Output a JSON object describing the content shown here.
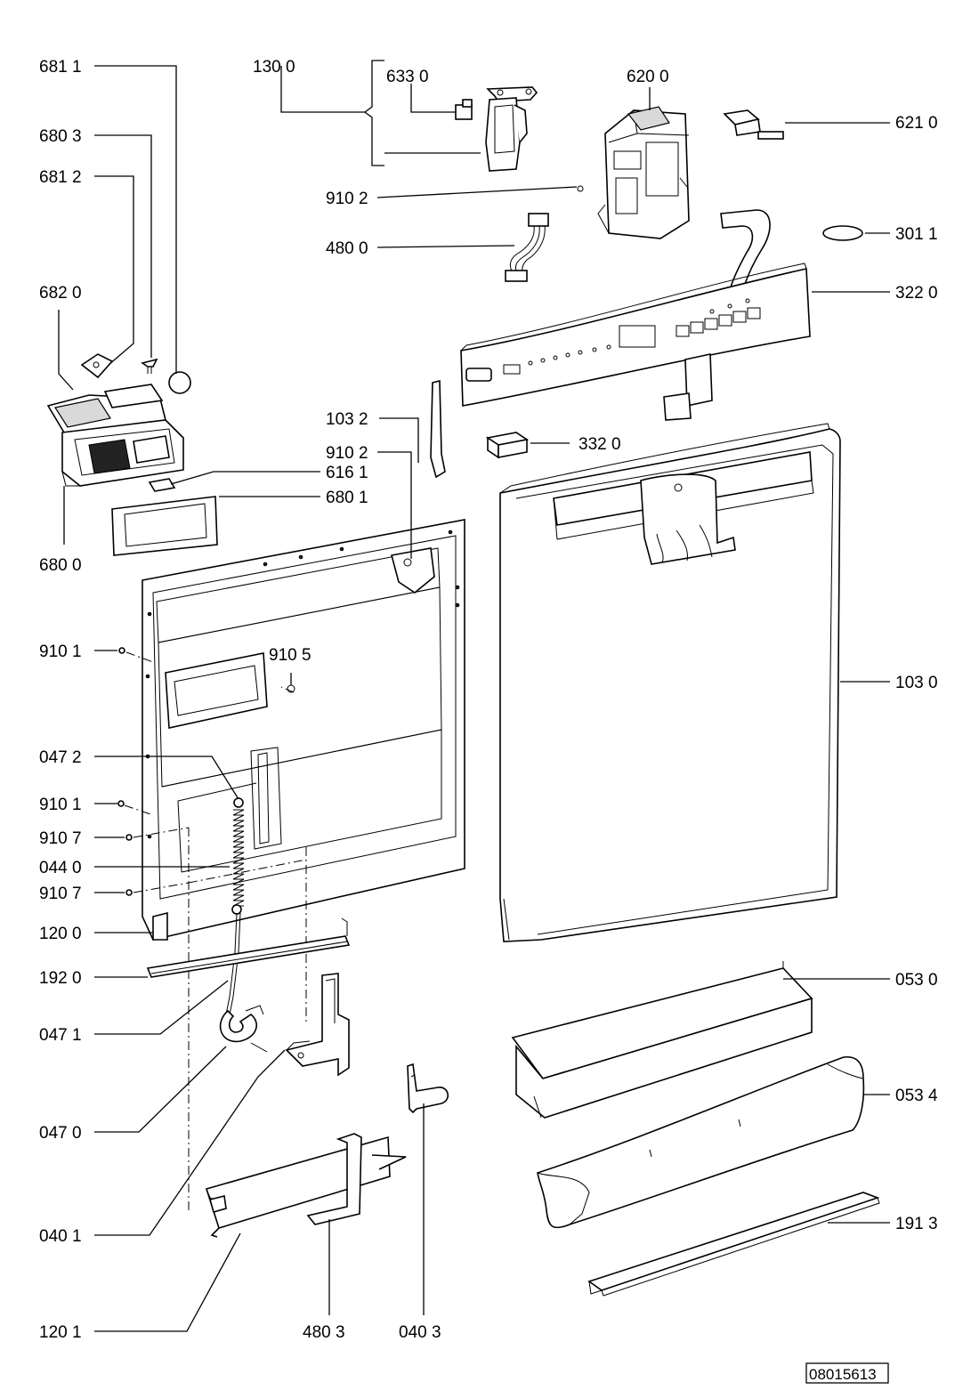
{
  "diagram": {
    "labels": {
      "l6811": "681 1",
      "l1300": "130 0",
      "l6330": "633 0",
      "l6200": "620 0",
      "l6210": "621 0",
      "l6803": "680 3",
      "l6812": "681 2",
      "l9102a": "910 2",
      "l4800": "480 0",
      "l3011": "301 1",
      "l6820": "682 0",
      "l3220": "322 0",
      "l1032": "103 2",
      "l3320": "332 0",
      "l9102b": "910 2",
      "l6161": "616 1",
      "l6801": "680 1",
      "l6800": "680 0",
      "l9101a": "910 1",
      "l9105": "910 5",
      "l1030": "103 0",
      "l0472": "047 2",
      "l9101b": "910 1",
      "l9107a": "910 7",
      "l0440": "044 0",
      "l9107b": "910 7",
      "l1200": "120 0",
      "l1920": "192 0",
      "l0530": "053 0",
      "l0471": "047 1",
      "l0534": "053 4",
      "l0470": "047 0",
      "l0401": "040 1",
      "l1913": "191 3",
      "l1201": "120 1",
      "l4803": "480 3",
      "l0403": "040 3"
    },
    "doc_number": "08015613"
  }
}
